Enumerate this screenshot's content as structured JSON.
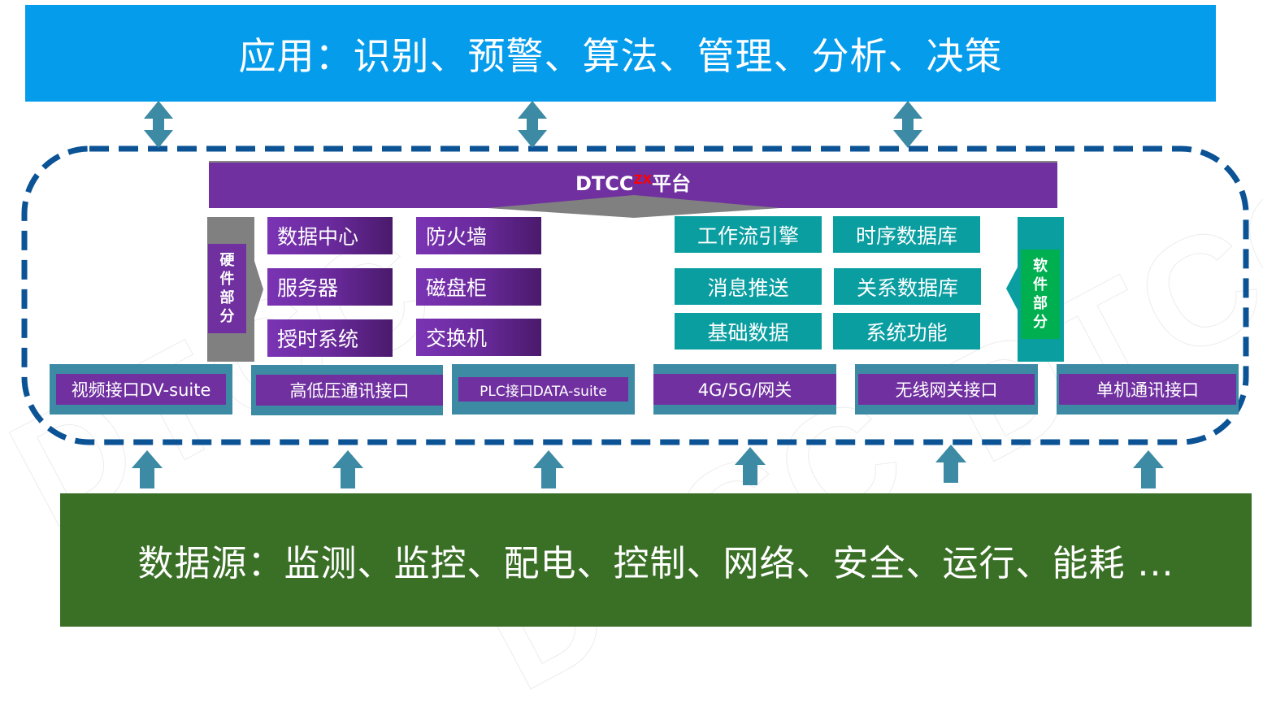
{
  "watermark_text": "DTCC",
  "application_layer": {
    "text": "应用：识别、预警、算法、管理、分析、决策",
    "color": "#059cec"
  },
  "platform": {
    "title_main": "DTCC",
    "title_superscript": "ZX",
    "title_suffix": "平台",
    "bar_color": "#7030a0",
    "frame_color": "#0b5395"
  },
  "hardware": {
    "label_chars": [
      "硬",
      "件",
      "部",
      "分"
    ],
    "items": [
      "数据中心",
      "防火墙",
      "服务器",
      "磁盘柜",
      "授时系统",
      "交换机"
    ]
  },
  "software": {
    "label_chars": [
      "软",
      "件",
      "部",
      "分"
    ],
    "items": [
      "工作流引擎",
      "时序数据库",
      "消息推送",
      "关系数据库",
      "基础数据",
      "系统功能"
    ]
  },
  "interfaces": [
    "视频接口DV-suite",
    "高低压通讯接口",
    "PLC接口DATA-suite",
    "4G/5G/网关",
    "无线网关接口",
    "单机通讯接口"
  ],
  "data_source_layer": {
    "text": "数据源：监测、监控、配电、控制、网络、安全、运行、能耗 ...",
    "color": "#3a6f26"
  },
  "arrow_color": "#3d8aa4"
}
